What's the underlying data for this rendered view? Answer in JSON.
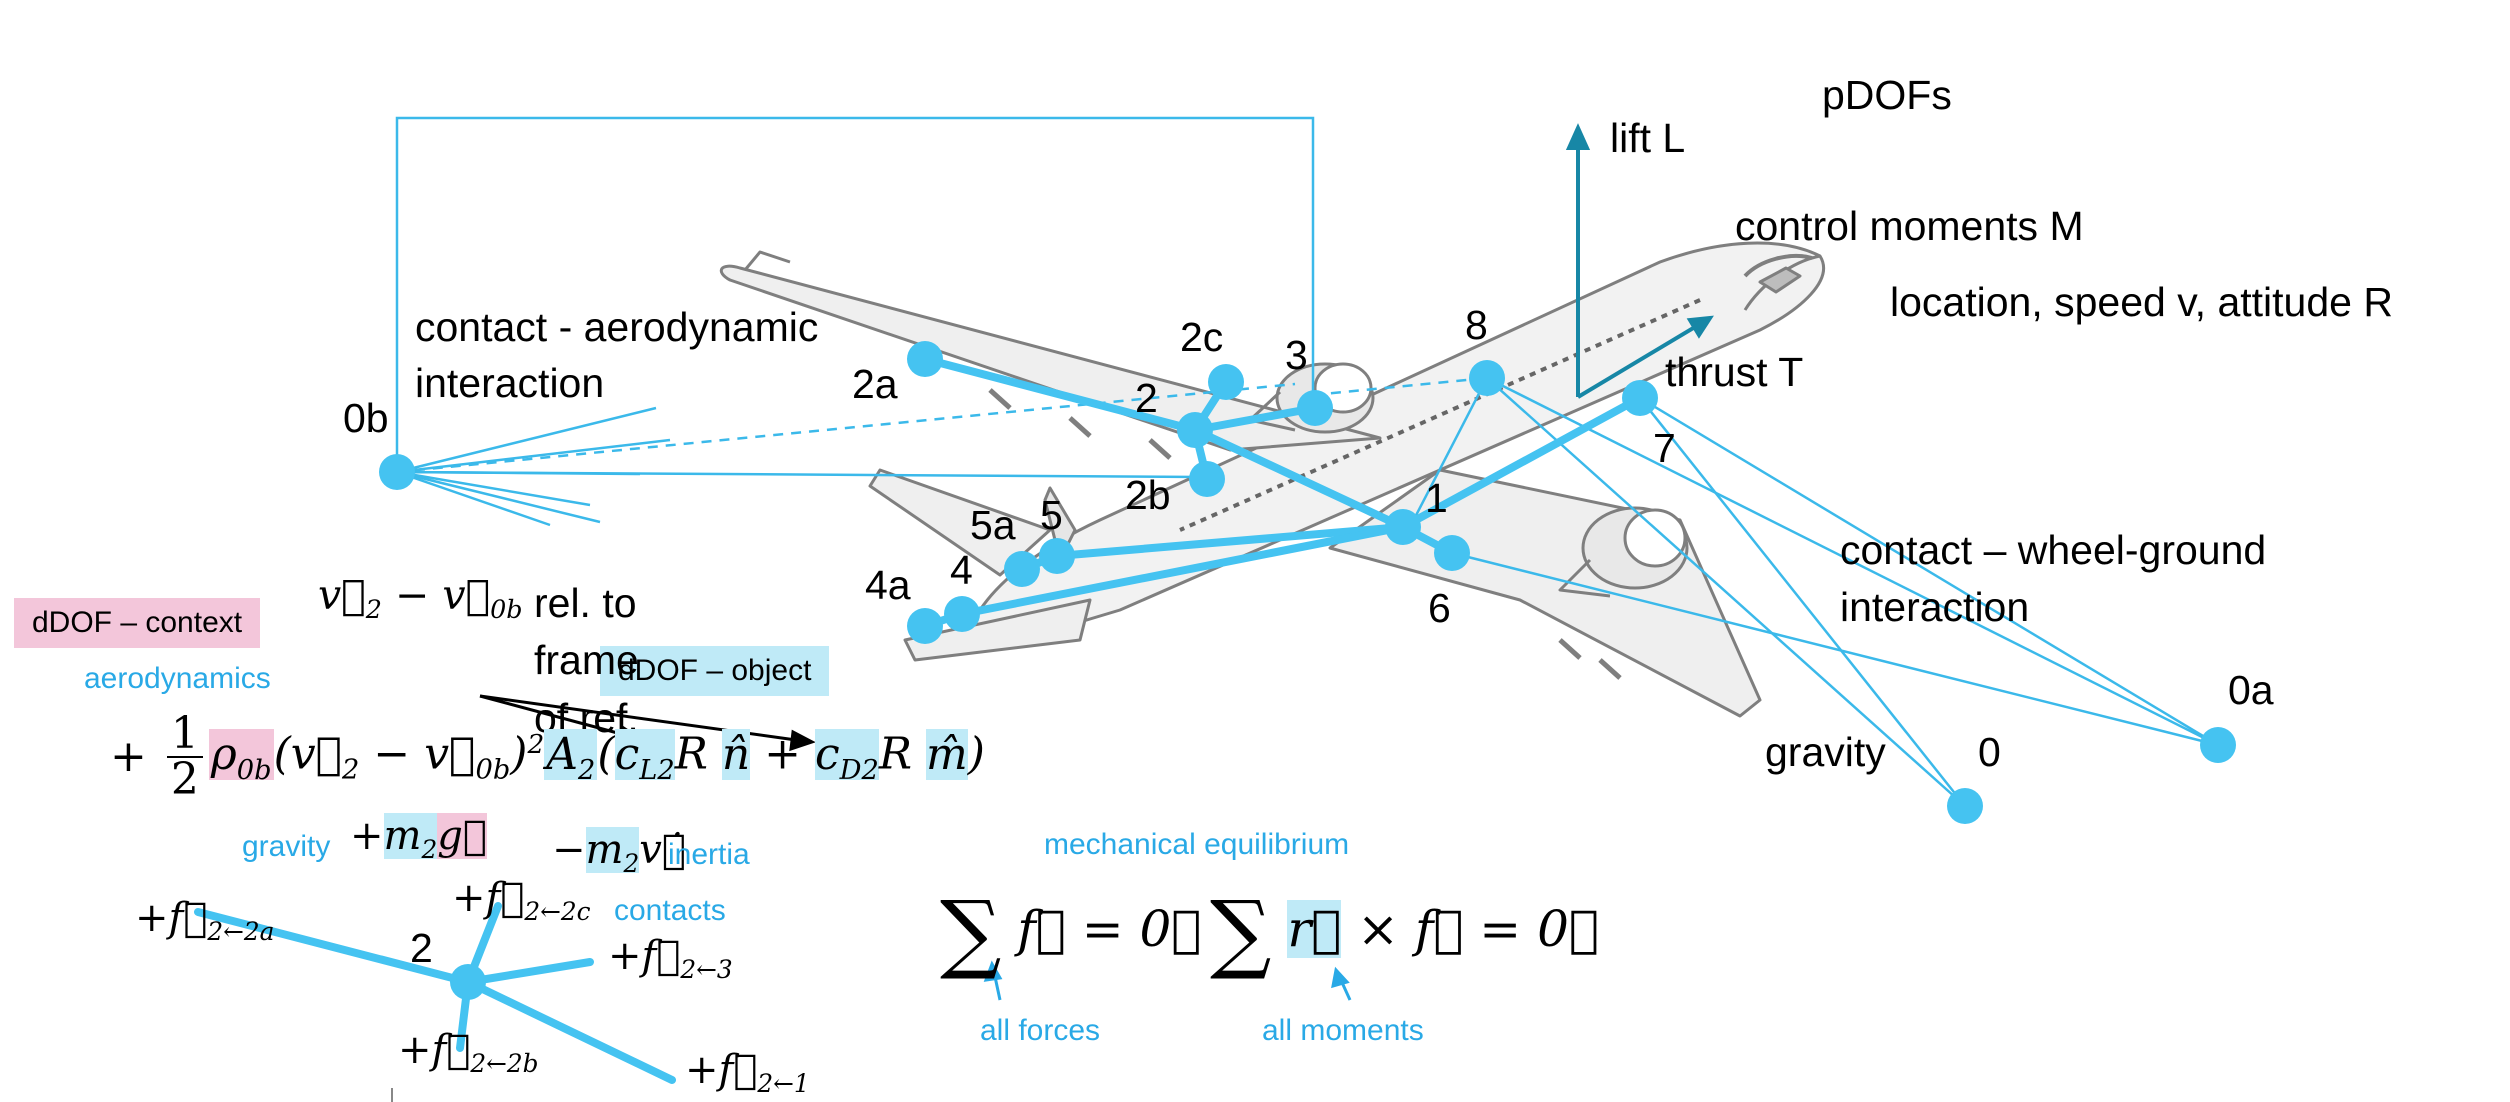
{
  "title": "pDOFs",
  "forces": {
    "lift": "lift L",
    "control_moments": "control moments M",
    "state": "location, speed v, attitude R",
    "thrust": "thrust T",
    "gravity": "gravity"
  },
  "contacts": {
    "aero": "contact - aerodynamic interaction",
    "wheel": "contact – wheel-ground interaction"
  },
  "nodes": [
    "0b",
    "2a",
    "2c",
    "3",
    "2",
    "2b",
    "8",
    "1",
    "5a",
    "5",
    "4a",
    "4",
    "6",
    "7",
    "0a",
    "0"
  ],
  "dof_boxes": {
    "context": "dDOF – context",
    "object": "dDOF – object"
  },
  "equation_labels": {
    "aerodynamics": "aerodynamics",
    "rel_velocity_text": "rel. to frame of ref.",
    "gravity": "gravity",
    "inertia": "inertia",
    "contacts": "contacts",
    "mech_eq": "mechanical equilibrium",
    "all_forces": "all forces",
    "all_moments": "all moments"
  },
  "colors": {
    "accent": "#29a9e6",
    "thin_line": "#3bb9ea",
    "pink_highlight": "#f3c6da",
    "teal_highlight": "#bfeaf7",
    "arrow_dark": "#1787a6"
  }
}
